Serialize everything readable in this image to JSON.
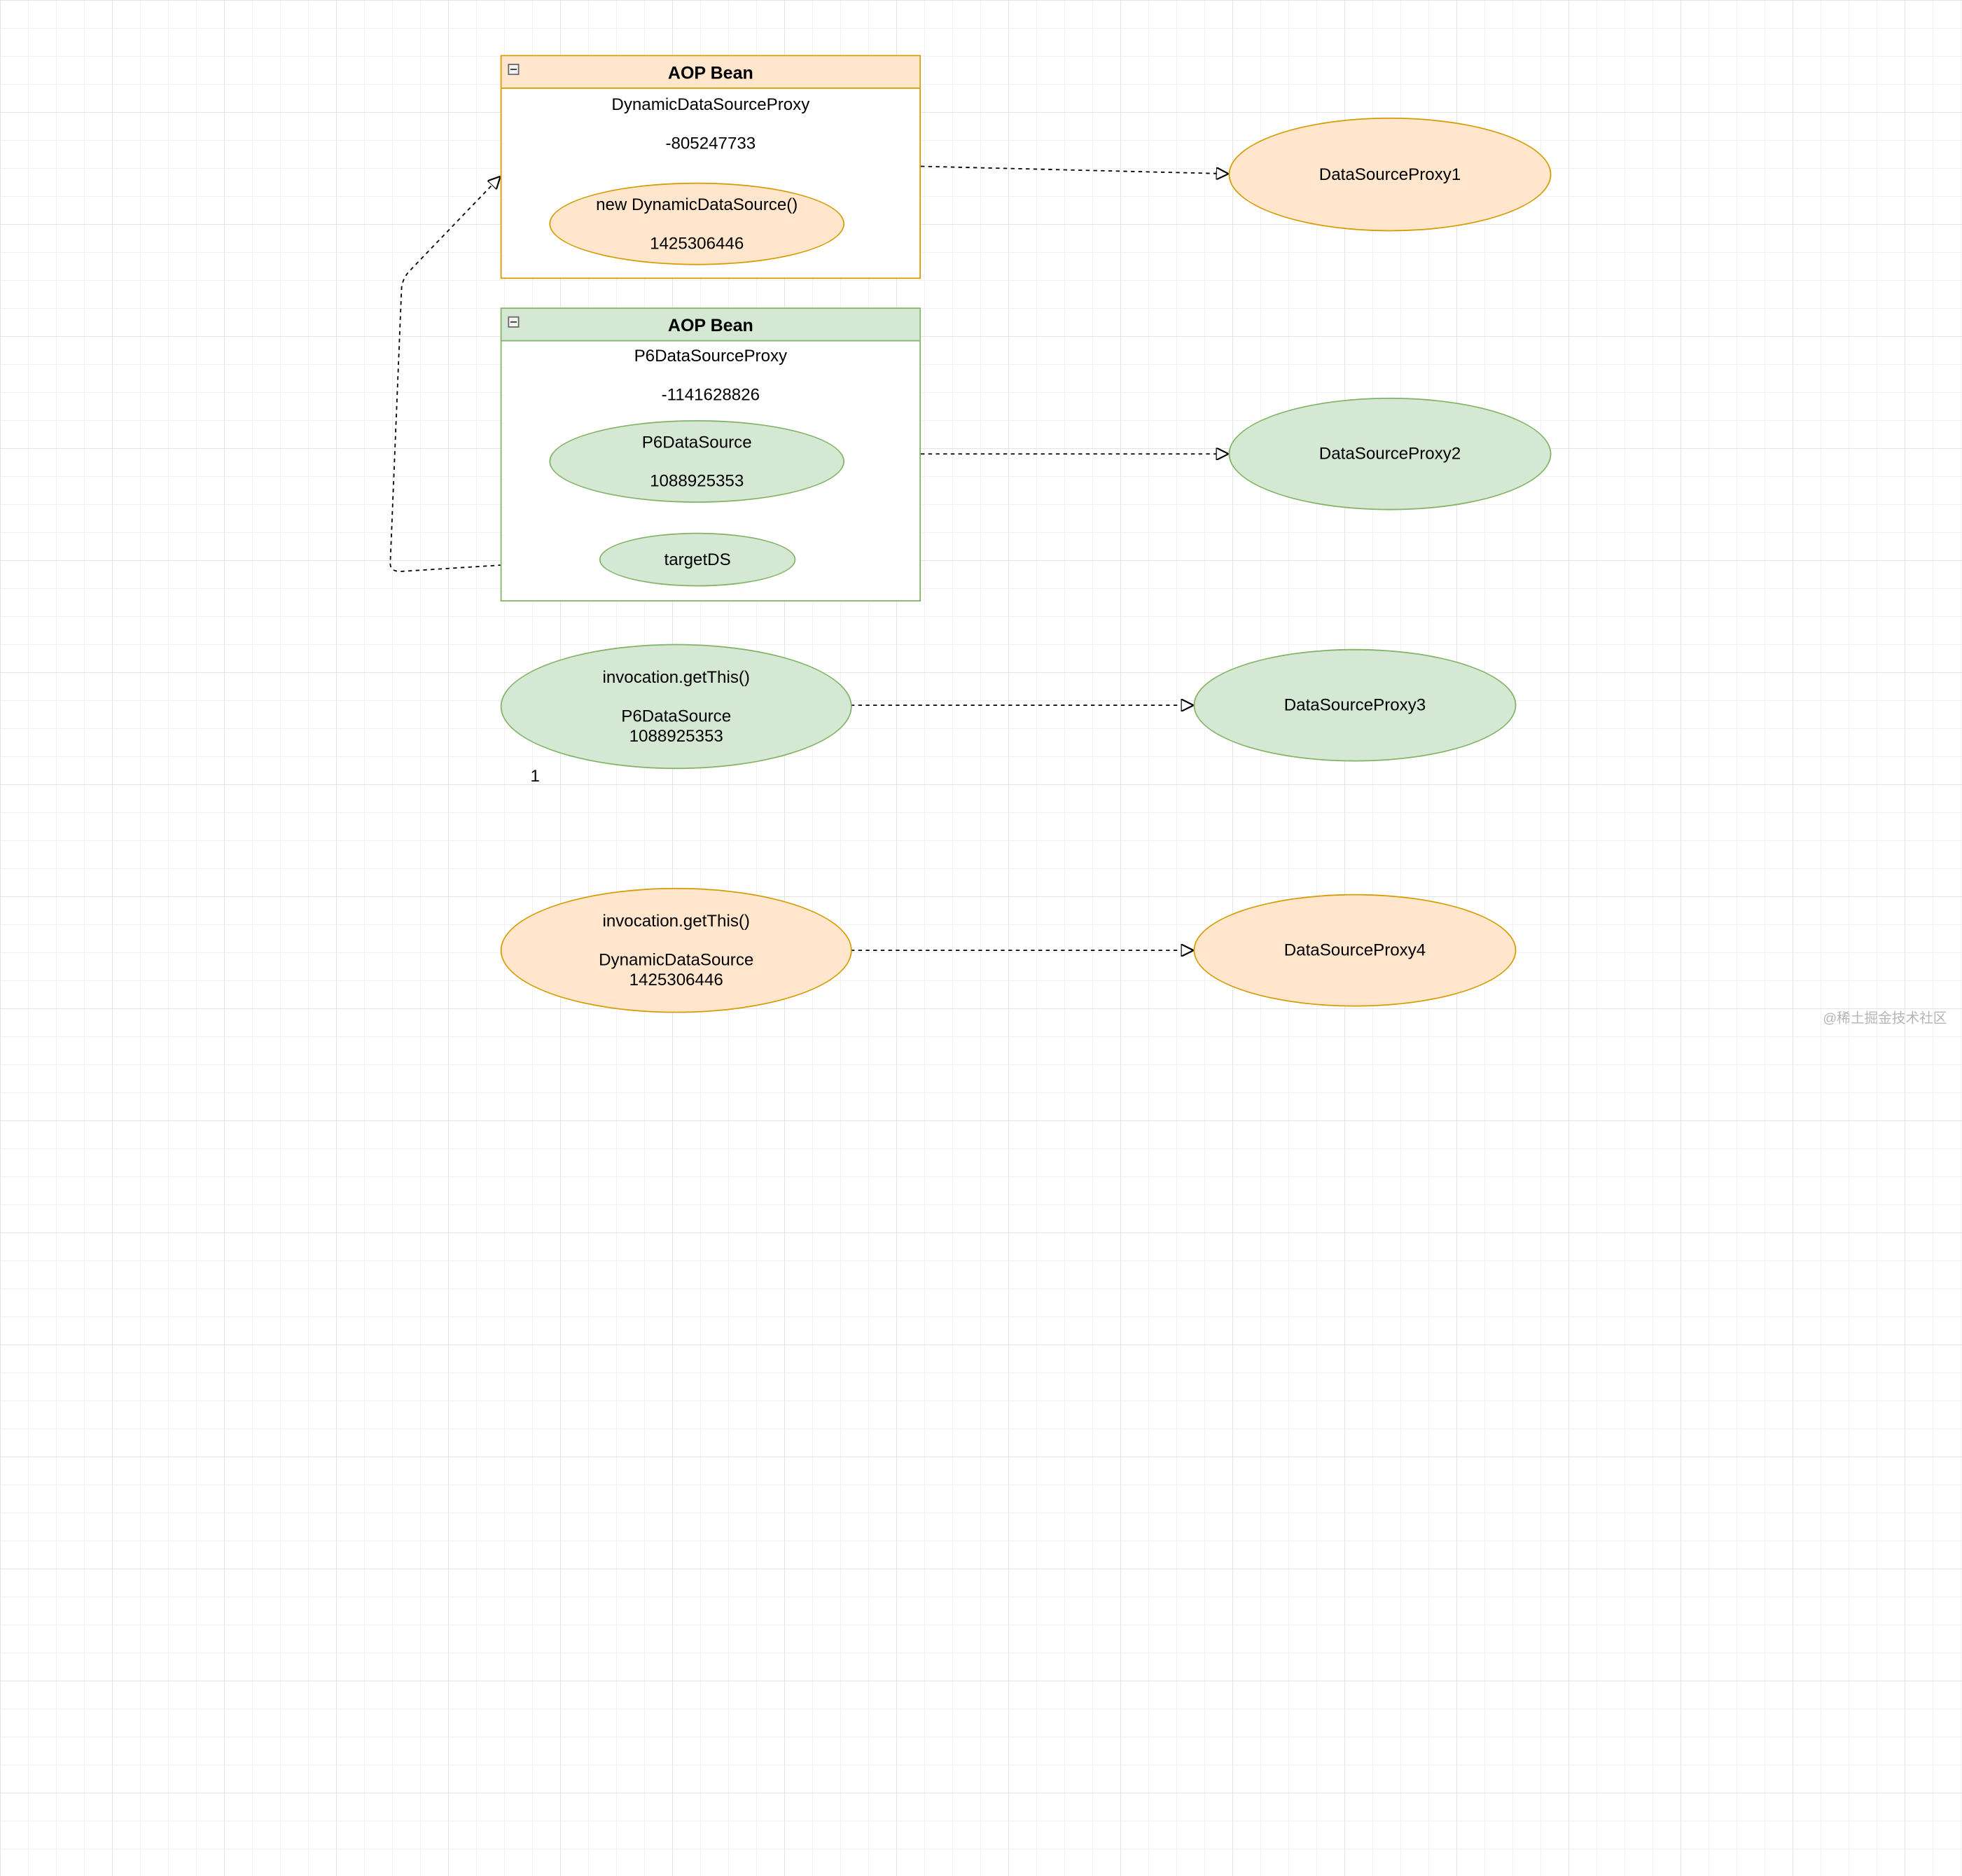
{
  "containers": {
    "dynamic": {
      "header": "AOP Bean",
      "class_name": "DynamicDataSourceProxy",
      "hash": "-805247733",
      "inner": {
        "line1": "new DynamicDataSource()",
        "line2": "1425306446"
      }
    },
    "p6": {
      "header": "AOP Bean",
      "class_name": "P6DataSourceProxy",
      "hash": "-1141628826",
      "inner": {
        "line1": "P6DataSource",
        "line2": "1088925353"
      },
      "target": "targetDS"
    }
  },
  "invocations": {
    "p6": {
      "line1": "invocation.getThis()",
      "line2": "P6DataSource",
      "line3": "1088925353"
    },
    "dynamic": {
      "line1": "invocation.getThis()",
      "line2": "DynamicDataSource",
      "line3": "1425306446"
    }
  },
  "proxies": {
    "proxy1": "DataSourceProxy1",
    "proxy2": "DataSourceProxy2",
    "proxy3": "DataSourceProxy3",
    "proxy4": "DataSourceProxy4"
  },
  "edge_label": "1",
  "watermark": "@稀土掘金技术社区",
  "colors": {
    "orange_fill": "#ffe6cc",
    "orange_stroke": "#d79b00",
    "green_fill": "#d5e8d4",
    "green_stroke": "#82b366",
    "edge": "#000000"
  }
}
